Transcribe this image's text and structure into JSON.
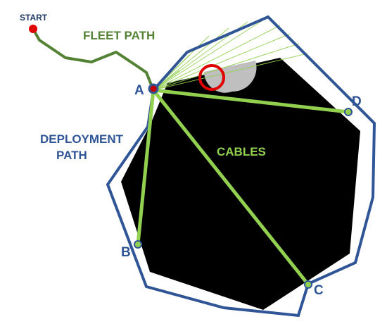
{
  "labels": {
    "start": "START",
    "fleet_path": "FLEET PATH",
    "deployment_path": [
      "DEPLOYMENT",
      "PATH"
    ],
    "cables": "CABLES",
    "node_a": "A",
    "node_b": "B",
    "node_c": "C",
    "node_d": "D"
  },
  "colors": {
    "fleet_path": "#548235",
    "deployment_path": "#2F5597",
    "cables": "#92D050",
    "obstacle": "#000000",
    "start_marker": "#E00000",
    "highlight_circle": "#E00000",
    "sensor_cone": "#BFBFBF",
    "node_fill": "#92D050",
    "node_stroke": "#2F5597"
  }
}
